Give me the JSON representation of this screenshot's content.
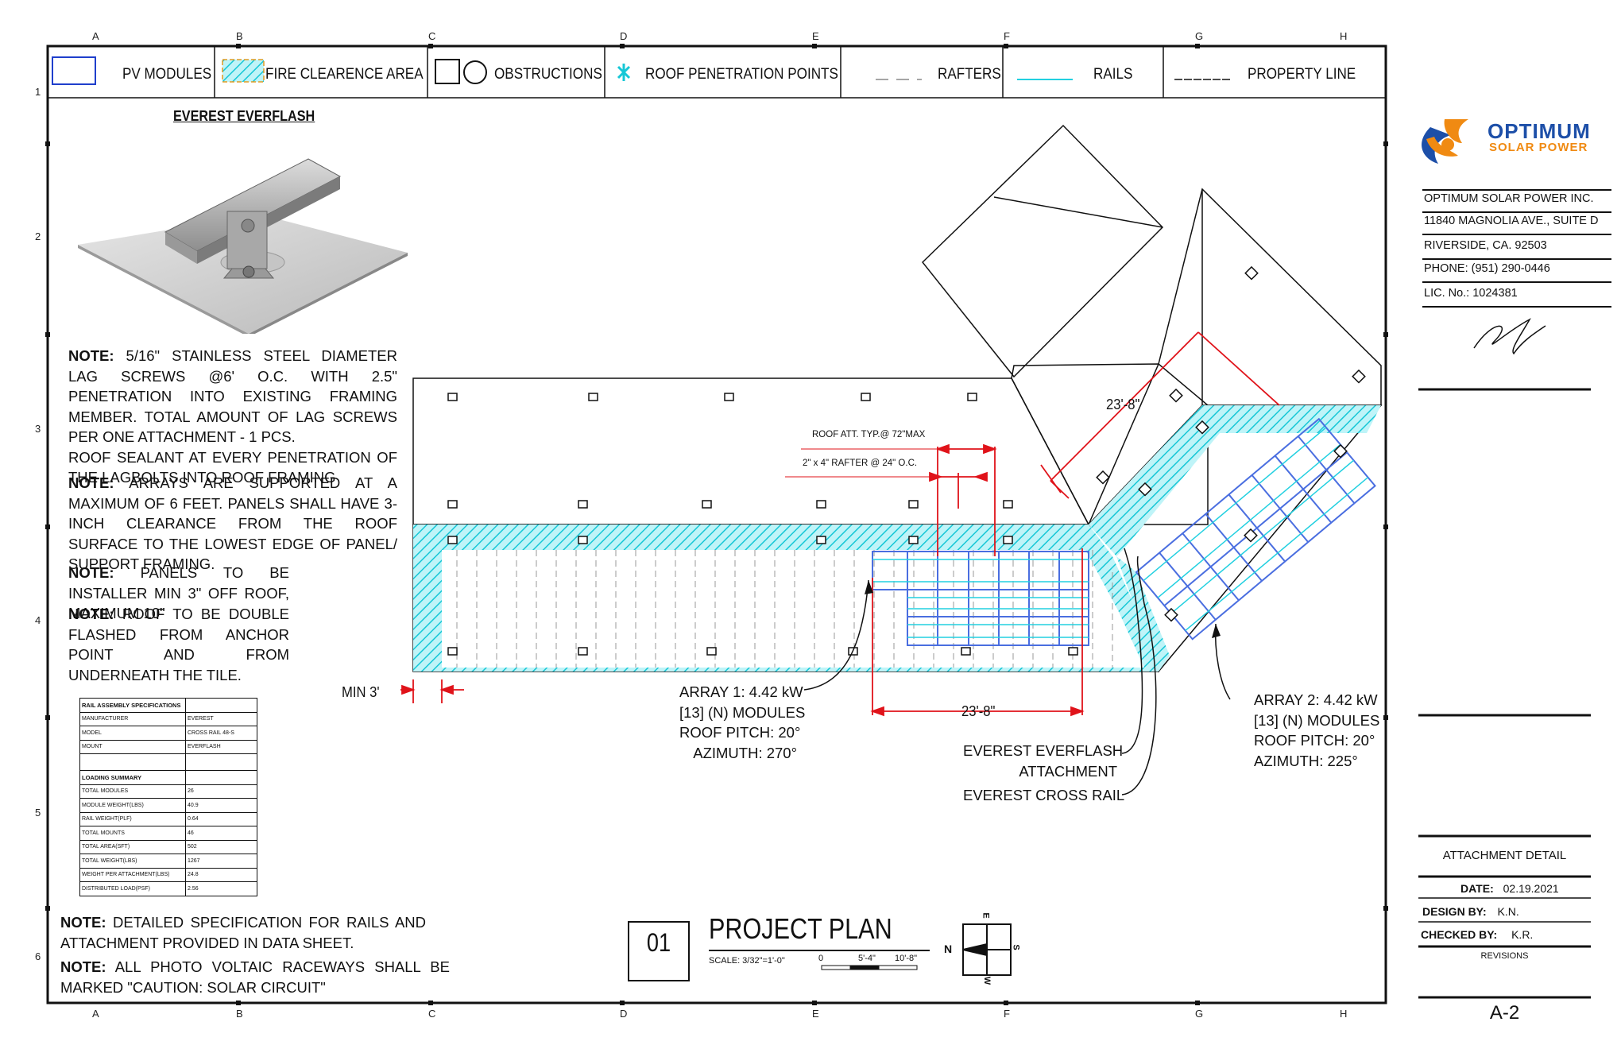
{
  "grid": {
    "columns": [
      "A",
      "B",
      "C",
      "D",
      "E",
      "F",
      "G",
      "H"
    ],
    "rows": [
      "1",
      "2",
      "3",
      "4",
      "5",
      "6"
    ]
  },
  "legend": {
    "pv_modules": "PV MODULES",
    "fire_clearance": "FIRE CLEARENCE AREA",
    "obstructions": "OBSTRUCTIONS",
    "roof_penetration": "ROOF PENETRATION POINTS",
    "rafters": "RAFTERS",
    "rails": "RAILS",
    "property_line": "PROPERTY LINE",
    "colors": {
      "pv": "#1f3fcc",
      "fire": "#2ad8e4",
      "rails": "#22d0e0",
      "dimension": "#e0131a"
    }
  },
  "detail": {
    "title": "EVEREST EVERFLASH",
    "image_icon": "everflash-mount-photo"
  },
  "notes": [
    {
      "label": "NOTE:",
      "text": " 5/16\" STAINLESS STEEL DIAMETER LAG SCREWS @6' O.C. WITH 2.5\" PENETRATION INTO EXISTING FRAMING MEMBER. TOTAL AMOUNT OF LAG SCREWS PER ONE ATTACHMENT - 1 PCS.",
      "extra": "ROOF SEALANT AT EVERY PENETRATION OF THE LAGBOLTS INTO ROOF FRAMING"
    },
    {
      "label": "NOTE:",
      "text": " ARRAYS ARE SUPPORTED AT A MAXIMUM OF 6 FEET. PANELS SHALL HAVE 3-INCH CLEARANCE FROM THE ROOF SURFACE TO THE LOWEST EDGE OF PANEL/ SUPPORT FRAMING."
    },
    {
      "label": "NOTE:",
      "text": " PANELS TO BE INSTALLER MIN 3\" OFF ROOF, MAXIMUM 10\""
    },
    {
      "label": "NOTE:",
      "text": " ROOF TO BE DOUBLE FLASHED FROM ANCHOR POINT AND FROM UNDERNEATH THE TILE."
    }
  ],
  "bottom_notes": [
    {
      "label": "NOTE:",
      "text": " DETAILED SPECIFICATION FOR RAILS AND ATTACHMENT PROVIDED IN DATA SHEET."
    },
    {
      "label": "NOTE:",
      "text": " ALL PHOTO VOLTAIC RACEWAYS SHALL BE MARKED \"CAUTION: SOLAR CIRCUIT\""
    }
  ],
  "spec_table": {
    "rail_header": "RAIL ASSEMBLY SPECIFICATIONS",
    "rail_rows": [
      [
        "MANUFACTURER",
        "EVEREST"
      ],
      [
        "MODEL",
        "CROSS RAIL 48-S"
      ],
      [
        "MOUNT",
        "EVERFLASH"
      ]
    ],
    "loading_header": "LOADING SUMMARY",
    "loading_rows": [
      [
        "TOTAL MODULES",
        "26"
      ],
      [
        "MODULE WEIGHT(LBS)",
        "40.9"
      ],
      [
        "RAIL WEIGHT(PLF)",
        "0.64"
      ],
      [
        "TOTAL MOUNTS",
        "46"
      ],
      [
        "TOTAL AREA(SFT)",
        "502"
      ],
      [
        "TOTAL WEIGHT(LBS)",
        "1267"
      ],
      [
        "WEIGHT PER ATTACHMENT(LBS)",
        "24.8"
      ],
      [
        "DISTRIBUTED LOAD(PSF)",
        "2.56"
      ]
    ]
  },
  "plan": {
    "min_clearance": "MIN 3'",
    "roof_att": "ROOF ATT. TYP.@ 72\"MAX",
    "rafter": "2\" x 4\" RAFTER @ 24\" O.C.",
    "dim_array1": "23'-8\"",
    "dim_array2": "23'-8\"",
    "array1": [
      "ARRAY 1: 4.42 kW",
      "[13] (N)  MODULES",
      "ROOF PITCH: 20°",
      "AZIMUTH: 270°"
    ],
    "array2": [
      "ARRAY 2: 4.42 kW",
      "[13] (N)  MODULES",
      "ROOF PITCH: 20°",
      "AZIMUTH: 225°"
    ],
    "everflash": [
      "EVEREST EVERFLASH",
      "ATTACHMENT"
    ],
    "cross_rail": "EVEREST CROSS RAIL"
  },
  "plan_title": {
    "number": "01",
    "title": "PROJECT PLAN",
    "scale": "SCALE: 3/32\"=1'-0\"",
    "scale_ticks": [
      "0",
      "5'-4\"",
      "10'-8\""
    ],
    "compass": {
      "n": "N",
      "e": "E",
      "s": "S",
      "w": "W"
    }
  },
  "company": {
    "logo_top": "OPTIMUM",
    "logo_bottom": "SOLAR POWER",
    "info": [
      "OPTIMUM SOLAR POWER INC.",
      "11840 MAGNOLIA AVE., SUITE D",
      "RIVERSIDE, CA. 92503",
      "PHONE: (951) 290-0446",
      "LIC. No.: 1024381"
    ],
    "colors": {
      "blue": "#1d4fa8",
      "orange": "#f08a12"
    }
  },
  "title_block": {
    "sheet_title": "ATTACHMENT DETAIL",
    "date_label": "DATE:",
    "date": "02.19.2021",
    "design_label": "DESIGN BY:",
    "design": "K.N.",
    "checked_label": "CHECKED BY:",
    "checked": "K.R.",
    "revisions": "REVISIONS",
    "sheet_number": "A-2"
  }
}
